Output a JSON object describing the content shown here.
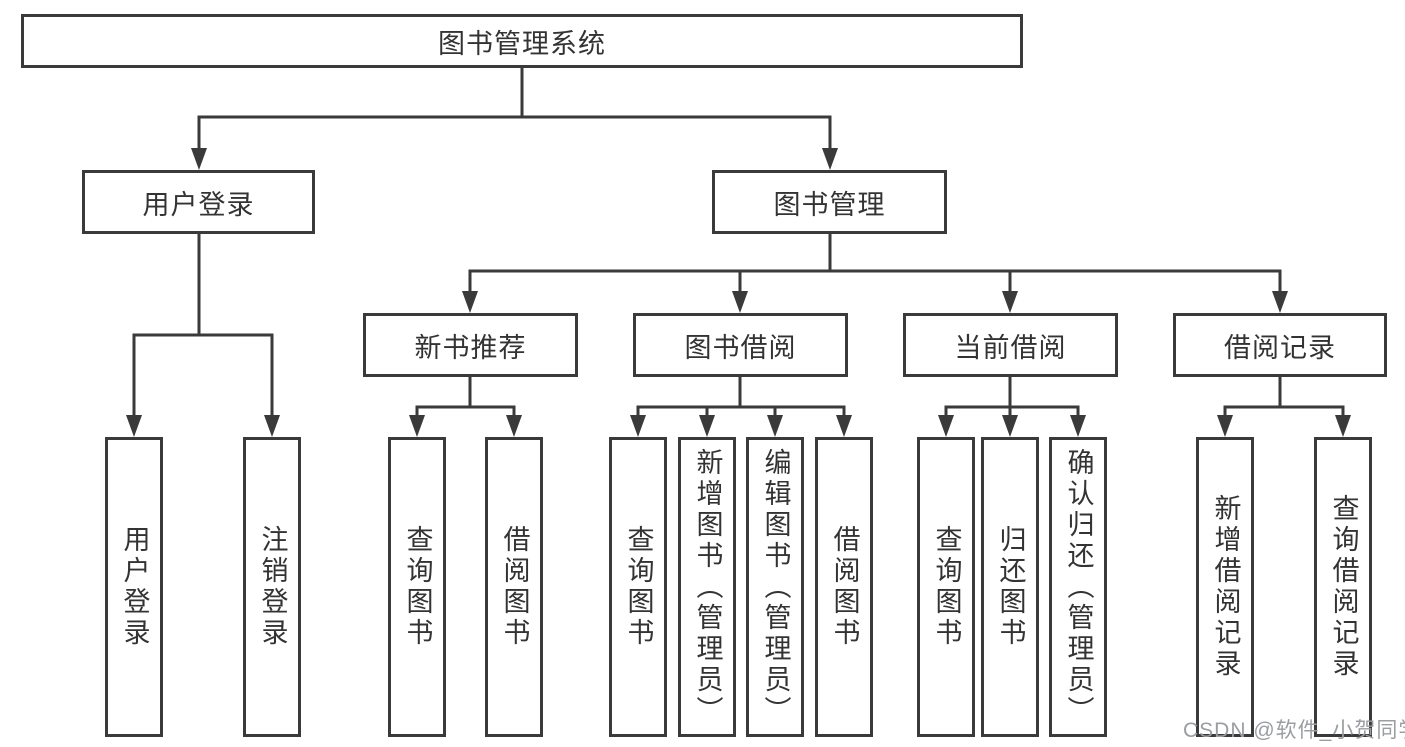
{
  "root": {
    "label": "图书管理系统"
  },
  "user": {
    "label": "用户登录",
    "children": [
      "用户登录",
      "注销登录"
    ]
  },
  "mgmt": {
    "label": "图书管理",
    "groups": [
      {
        "label": "新书推荐",
        "children": [
          "查询图书",
          "借阅图书"
        ]
      },
      {
        "label": "图书借阅",
        "children": [
          "查询图书",
          "新增图书（管理员）",
          "编辑图书（管理员）",
          "借阅图书"
        ]
      },
      {
        "label": "当前借阅",
        "children": [
          "查询图书",
          "归还图书",
          "确认归还（管理员）"
        ]
      },
      {
        "label": "借阅记录",
        "children": [
          "新增借阅记录",
          "查询借阅记录"
        ]
      }
    ]
  },
  "watermark": "CSDN @软件_小贺同学",
  "colors": {
    "line": "#3a3a3a",
    "text": "#333333",
    "watermark": "#9a9da1"
  }
}
